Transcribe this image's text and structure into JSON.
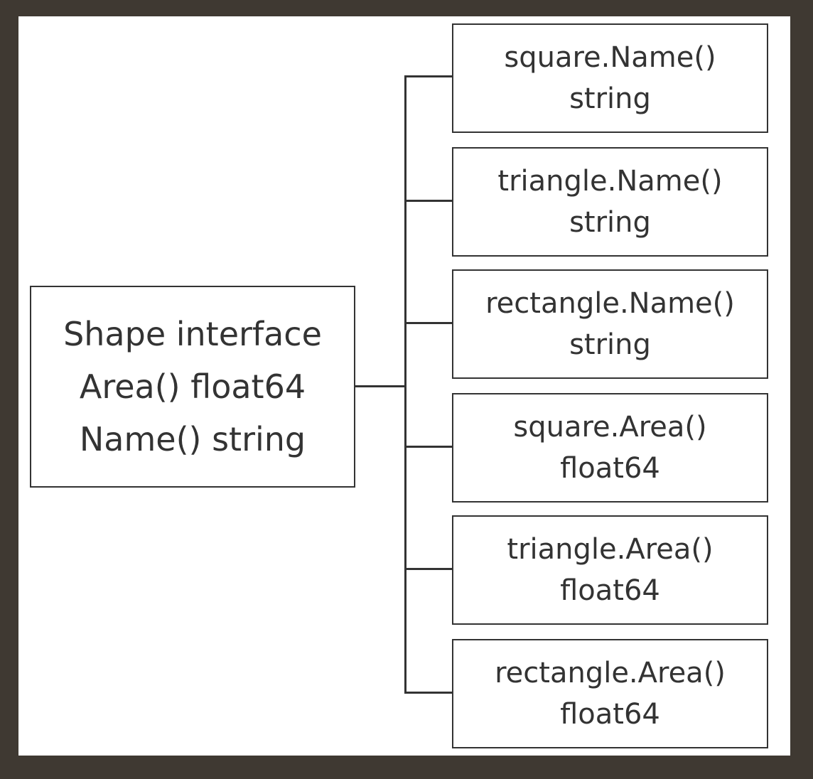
{
  "interface_box": {
    "lines": [
      "Shape interface",
      "Area() float64",
      "Name() string"
    ]
  },
  "implementations": [
    {
      "method": "square.Name()",
      "returns": "string"
    },
    {
      "method": "triangle.Name()",
      "returns": "string"
    },
    {
      "method": "rectangle.Name()",
      "returns": "string"
    },
    {
      "method": "square.Area()",
      "returns": "float64"
    },
    {
      "method": "triangle.Area()",
      "returns": "float64"
    },
    {
      "method": "rectangle.Area()",
      "returns": "float64"
    }
  ]
}
